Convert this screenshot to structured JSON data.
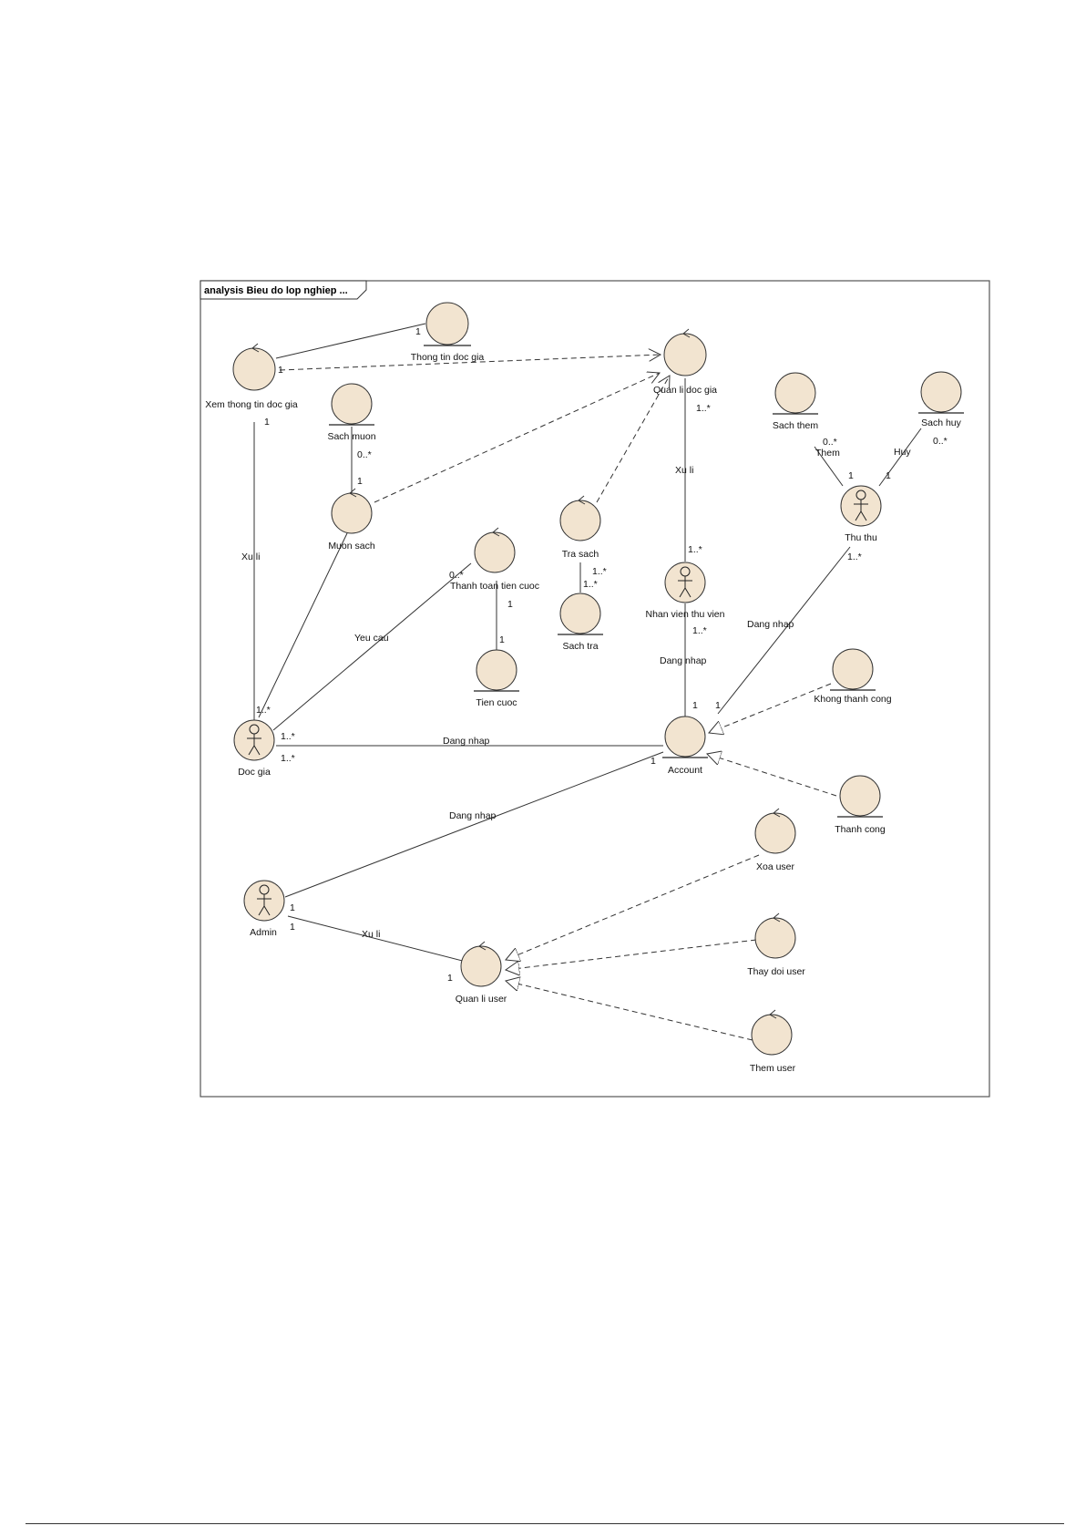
{
  "frame": {
    "title": "analysis Bieu do lop nghiep ..."
  },
  "nodes": {
    "thong_tin_doc_gia": {
      "name": "Thong tin doc gia",
      "type": "entity"
    },
    "xem_thong_tin_doc_gia": {
      "name": "Xem thong tin doc gia",
      "type": "control"
    },
    "quan_li_doc_gia": {
      "name": "Quan li doc gia",
      "type": "control"
    },
    "sach_muon": {
      "name": "Sach muon",
      "type": "entity"
    },
    "muon_sach": {
      "name": "Muon sach",
      "type": "control"
    },
    "tra_sach": {
      "name": "Tra sach",
      "type": "control"
    },
    "sach_tra": {
      "name": "Sach tra",
      "type": "entity"
    },
    "thanh_toan_tien_cuoc": {
      "name": "Thanh toan tien cuoc",
      "type": "control"
    },
    "tien_cuoc": {
      "name": "Tien cuoc",
      "type": "entity"
    },
    "nhan_vien_thu_vien": {
      "name": "Nhan vien thu vien",
      "type": "actor"
    },
    "sach_them": {
      "name": "Sach them",
      "type": "entity"
    },
    "sach_huy": {
      "name": "Sach huy",
      "type": "entity"
    },
    "thu_thu": {
      "name": "Thu thu",
      "type": "actor"
    },
    "doc_gia": {
      "name": "Doc gia",
      "type": "actor"
    },
    "account": {
      "name": "Account",
      "type": "entity"
    },
    "khong_thanh_cong": {
      "name": "Khong thanh cong",
      "type": "entity"
    },
    "thanh_cong": {
      "name": "Thanh cong",
      "type": "entity"
    },
    "admin": {
      "name": "Admin",
      "type": "actor"
    },
    "quan_li_user": {
      "name": "Quan li user",
      "type": "control"
    },
    "xoa_user": {
      "name": "Xoa user",
      "type": "control"
    },
    "thay_doi_user": {
      "name": "Thay doi user",
      "type": "control"
    },
    "them_user": {
      "name": "Them user",
      "type": "control"
    }
  },
  "edges": {
    "xem_thong": {
      "src_mult": "1",
      "dst_mult": "1"
    },
    "xem_doc": {
      "name": "Xu li",
      "src_mult": "1",
      "dst_mult": "1..*"
    },
    "sachmuon_muon": {
      "src_mult": "0..*",
      "dst_mult": "1"
    },
    "yeu_cau": {
      "name": "Yeu cau",
      "dst_mult": "0..*"
    },
    "tt_tien": {
      "src_mult": "1",
      "dst_mult": "1"
    },
    "tra_sachtra": {
      "src_mult": "1..*",
      "dst_mult": "1..*"
    },
    "ql_nv": {
      "name": "Xu li",
      "src_mult": "1..*",
      "dst_mult": "1..*"
    },
    "nv_acc": {
      "name": "Dang nhap",
      "src_mult": "1..*",
      "dst_mult": "1"
    },
    "them_thu": {
      "name": "Them",
      "src_mult": "0..*",
      "dst_mult": "1"
    },
    "huy_thu": {
      "name": "Huy",
      "src_mult": "0..*",
      "dst_mult": "1"
    },
    "thu_acc": {
      "name": "Dang nhap",
      "src_mult": "1..*",
      "dst_mult": "1"
    },
    "doc_acc": {
      "name": "Dang nhap",
      "src_mult": "1..*",
      "src_mult2": "1..*"
    },
    "admin_acc": {
      "name": "Dang nhap",
      "src_mult": "1",
      "dst_mult": "1"
    },
    "admin_qlu": {
      "name": "Xu li",
      "src_mult": "1",
      "dst_mult": "1"
    }
  }
}
